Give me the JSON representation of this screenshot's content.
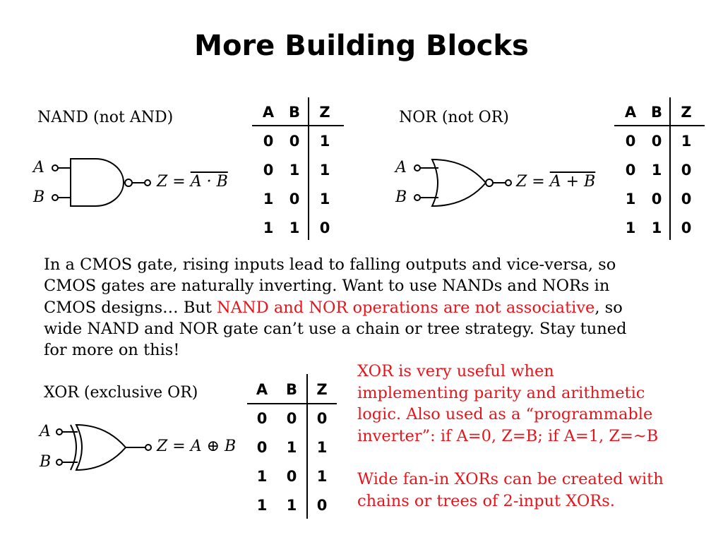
{
  "title": "More Building Blocks",
  "nand": {
    "label": "NAND (not AND)",
    "input_a": "A",
    "input_b": "B",
    "eq_lhs": "Z =",
    "eq_rhs": "A · B",
    "table": {
      "headers": [
        "A",
        "B",
        "Z"
      ],
      "rows": [
        [
          "0",
          "0",
          "1"
        ],
        [
          "0",
          "1",
          "1"
        ],
        [
          "1",
          "0",
          "1"
        ],
        [
          "1",
          "1",
          "0"
        ]
      ]
    }
  },
  "nor": {
    "label": "NOR (not OR)",
    "input_a": "A",
    "input_b": "B",
    "eq_lhs": "Z =",
    "eq_rhs": "A + B",
    "table": {
      "headers": [
        "A",
        "B",
        "Z"
      ],
      "rows": [
        [
          "0",
          "0",
          "1"
        ],
        [
          "0",
          "1",
          "0"
        ],
        [
          "1",
          "0",
          "0"
        ],
        [
          "1",
          "1",
          "0"
        ]
      ]
    }
  },
  "xor": {
    "label": "XOR (exclusive OR)",
    "input_a": "A",
    "input_b": "B",
    "eq": "Z = A ⊕ B",
    "table": {
      "headers": [
        "A",
        "B",
        "Z"
      ],
      "rows": [
        [
          "0",
          "0",
          "0"
        ],
        [
          "0",
          "1",
          "1"
        ],
        [
          "1",
          "0",
          "1"
        ],
        [
          "1",
          "1",
          "0"
        ]
      ]
    }
  },
  "paragraph": {
    "line1": "In a CMOS gate, rising inputs lead to falling outputs and vice-versa, so",
    "line2": "CMOS gates are naturally inverting.  Want to use NANDs and NORs in",
    "line3_a": "CMOS designs…  But ",
    "line3_red": "NAND and NOR operations are not associative",
    "line3_b": ", so",
    "line4": "wide NAND and NOR gate can’t use a chain or tree strategy.  Stay tuned",
    "line5": "for more on this!"
  },
  "xor_note": {
    "lines": [
      "XOR is very useful when",
      "implementing parity and arithmetic",
      "logic.  Also used as a “programmable",
      "inverter”: if A=0, Z=B; if A=1, Z=~B"
    ],
    "lines2": [
      "Wide fan-in XORs can be created with",
      "chains or trees of 2-input XORs."
    ]
  },
  "colors": {
    "accent": "#e8141b"
  }
}
